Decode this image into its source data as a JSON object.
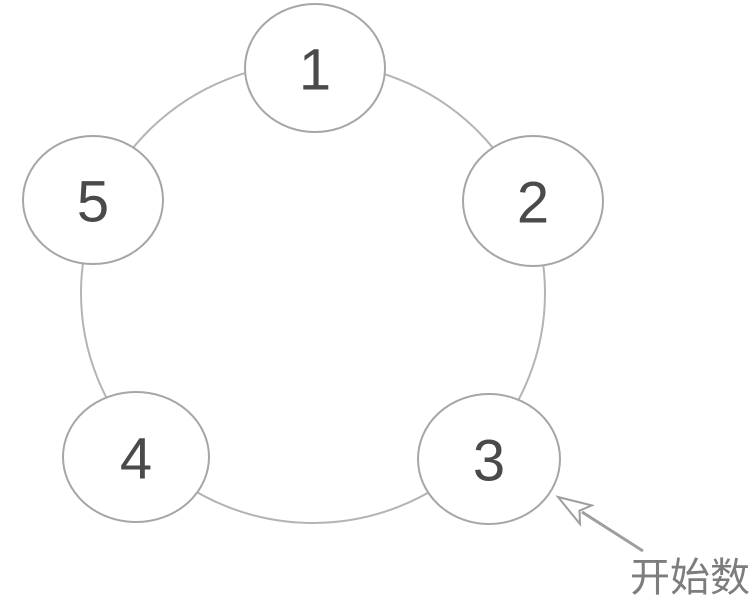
{
  "diagram": {
    "type": "circle-of-nodes",
    "nodes": [
      {
        "label": "1",
        "position": "top"
      },
      {
        "label": "2",
        "position": "upper-right"
      },
      {
        "label": "3",
        "position": "lower-right"
      },
      {
        "label": "4",
        "position": "lower-left"
      },
      {
        "label": "5",
        "position": "upper-left"
      }
    ],
    "annotation": {
      "label": "开始数",
      "points_to_node": "3"
    },
    "colors": {
      "background": "#ffffff",
      "ring": "#b4b4b4",
      "node_fill": "#ffffff",
      "node_stroke": "#a6a6a6",
      "number": "#4a4a4a",
      "arrow": "#9e9e9e",
      "arrowhead_fill": "#ffffff",
      "annotation_text": "#7d7d7d"
    }
  }
}
